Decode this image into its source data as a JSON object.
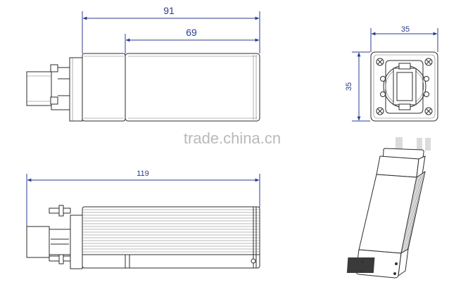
{
  "dimensions": {
    "top_overall": "91",
    "top_body": "69",
    "front_width": "35",
    "front_height": "35",
    "side_overall": "119"
  },
  "watermark": "trade.china.cn",
  "colors": {
    "dimension": "#2a3d8f",
    "outline": "#2b2b2b",
    "watermark": "#b9b9b9"
  }
}
